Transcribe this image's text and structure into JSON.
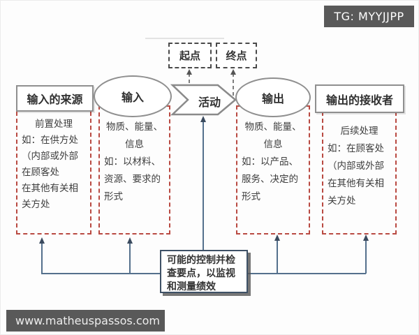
{
  "badge": {
    "label": "TG: MYYJJPP"
  },
  "watermark": {
    "label": "www.matheuspassos.com"
  },
  "nodes": {
    "start": "起点",
    "end": "终点",
    "input_source": "输入的来源",
    "input": "输入",
    "activity": "活动",
    "output": "输出",
    "output_receiver": "输出的接收者"
  },
  "detail_boxes": {
    "pre_processing": {
      "lines": [
        "前置处理",
        "如：在供方处",
        "（内部或外部",
        "在顾客处",
        "在其他有关相",
        "关方处"
      ]
    },
    "input_matter": {
      "lines": [
        "物质、能量、",
        "信息",
        "如：以材料、",
        "资源、要求的",
        "形式"
      ]
    },
    "output_matter": {
      "lines": [
        "物质、能量、",
        "信息",
        "如：以产品、",
        "服务、决定的",
        "形式"
      ]
    },
    "post_processing": {
      "lines": [
        "后续处理",
        "如：在顾客处",
        "（内部或外部",
        "在其他有关相",
        "关方处"
      ]
    }
  },
  "control_box": {
    "lines": [
      "可能的控制并检",
      "查要点，以监视",
      "和测量绩效"
    ]
  },
  "colors": {
    "shape_border": "#8f8f8f",
    "dashed_red": "#b94a42",
    "connector_blue": "#54708c",
    "arrowhead_dark": "#3a4a5e",
    "dark_gray": "#595959"
  }
}
